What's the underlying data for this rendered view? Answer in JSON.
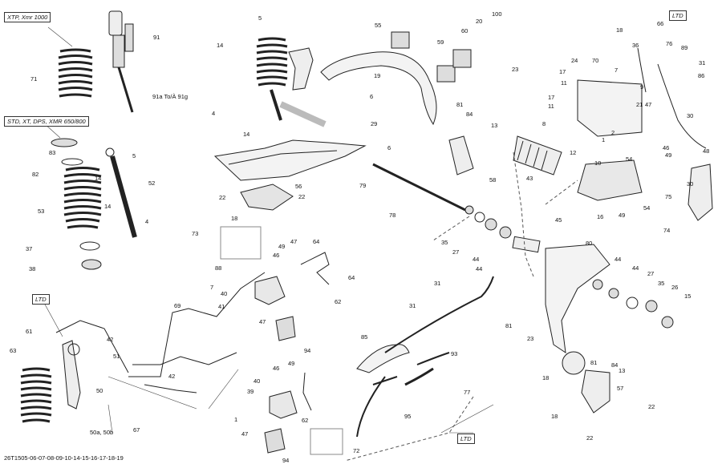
{
  "drawing_code": "26T1505-06-07-08-09-10-14-15-16-17-18-19",
  "tags": {
    "xtp_xmr": "XTP, Xmr 1000",
    "std": "STD, XT, DPS, XMR 650/800",
    "ltd_left": "LTD",
    "ltd_top_right": "LTD",
    "ltd_bottom": "LTD"
  },
  "callouts": [
    "5",
    "91",
    "71",
    "91a To/À 91g",
    "4",
    "14",
    "14",
    "5",
    "83",
    "82",
    "14",
    "52",
    "53",
    "14",
    "4",
    "37",
    "38",
    "55",
    "19",
    "6",
    "29",
    "6",
    "59",
    "60",
    "20",
    "100",
    "23",
    "81",
    "84",
    "13",
    "58",
    "78",
    "79",
    "56",
    "22",
    "22",
    "18",
    "18",
    "66",
    "36",
    "76",
    "89",
    "31",
    "86",
    "24",
    "17",
    "11",
    "17",
    "11",
    "70",
    "7",
    "9",
    "21",
    "47",
    "30",
    "8",
    "1",
    "12",
    "2",
    "10",
    "54",
    "46",
    "49",
    "30",
    "75",
    "16",
    "49",
    "54",
    "48",
    "74",
    "43",
    "73",
    "88",
    "7",
    "40",
    "41",
    "46",
    "49",
    "47",
    "64",
    "64",
    "62",
    "47",
    "94",
    "69",
    "42",
    "51",
    "42",
    "61",
    "63",
    "50",
    "50a, 50b",
    "67",
    "31",
    "31",
    "85",
    "93",
    "95",
    "77",
    "40",
    "39",
    "46",
    "49",
    "1",
    "47",
    "62",
    "94",
    "72",
    "45",
    "35",
    "27",
    "44",
    "44",
    "80",
    "44",
    "44",
    "27",
    "35",
    "26",
    "15",
    "81",
    "23",
    "81",
    "84",
    "13",
    "18",
    "57",
    "18",
    "22",
    "22"
  ]
}
